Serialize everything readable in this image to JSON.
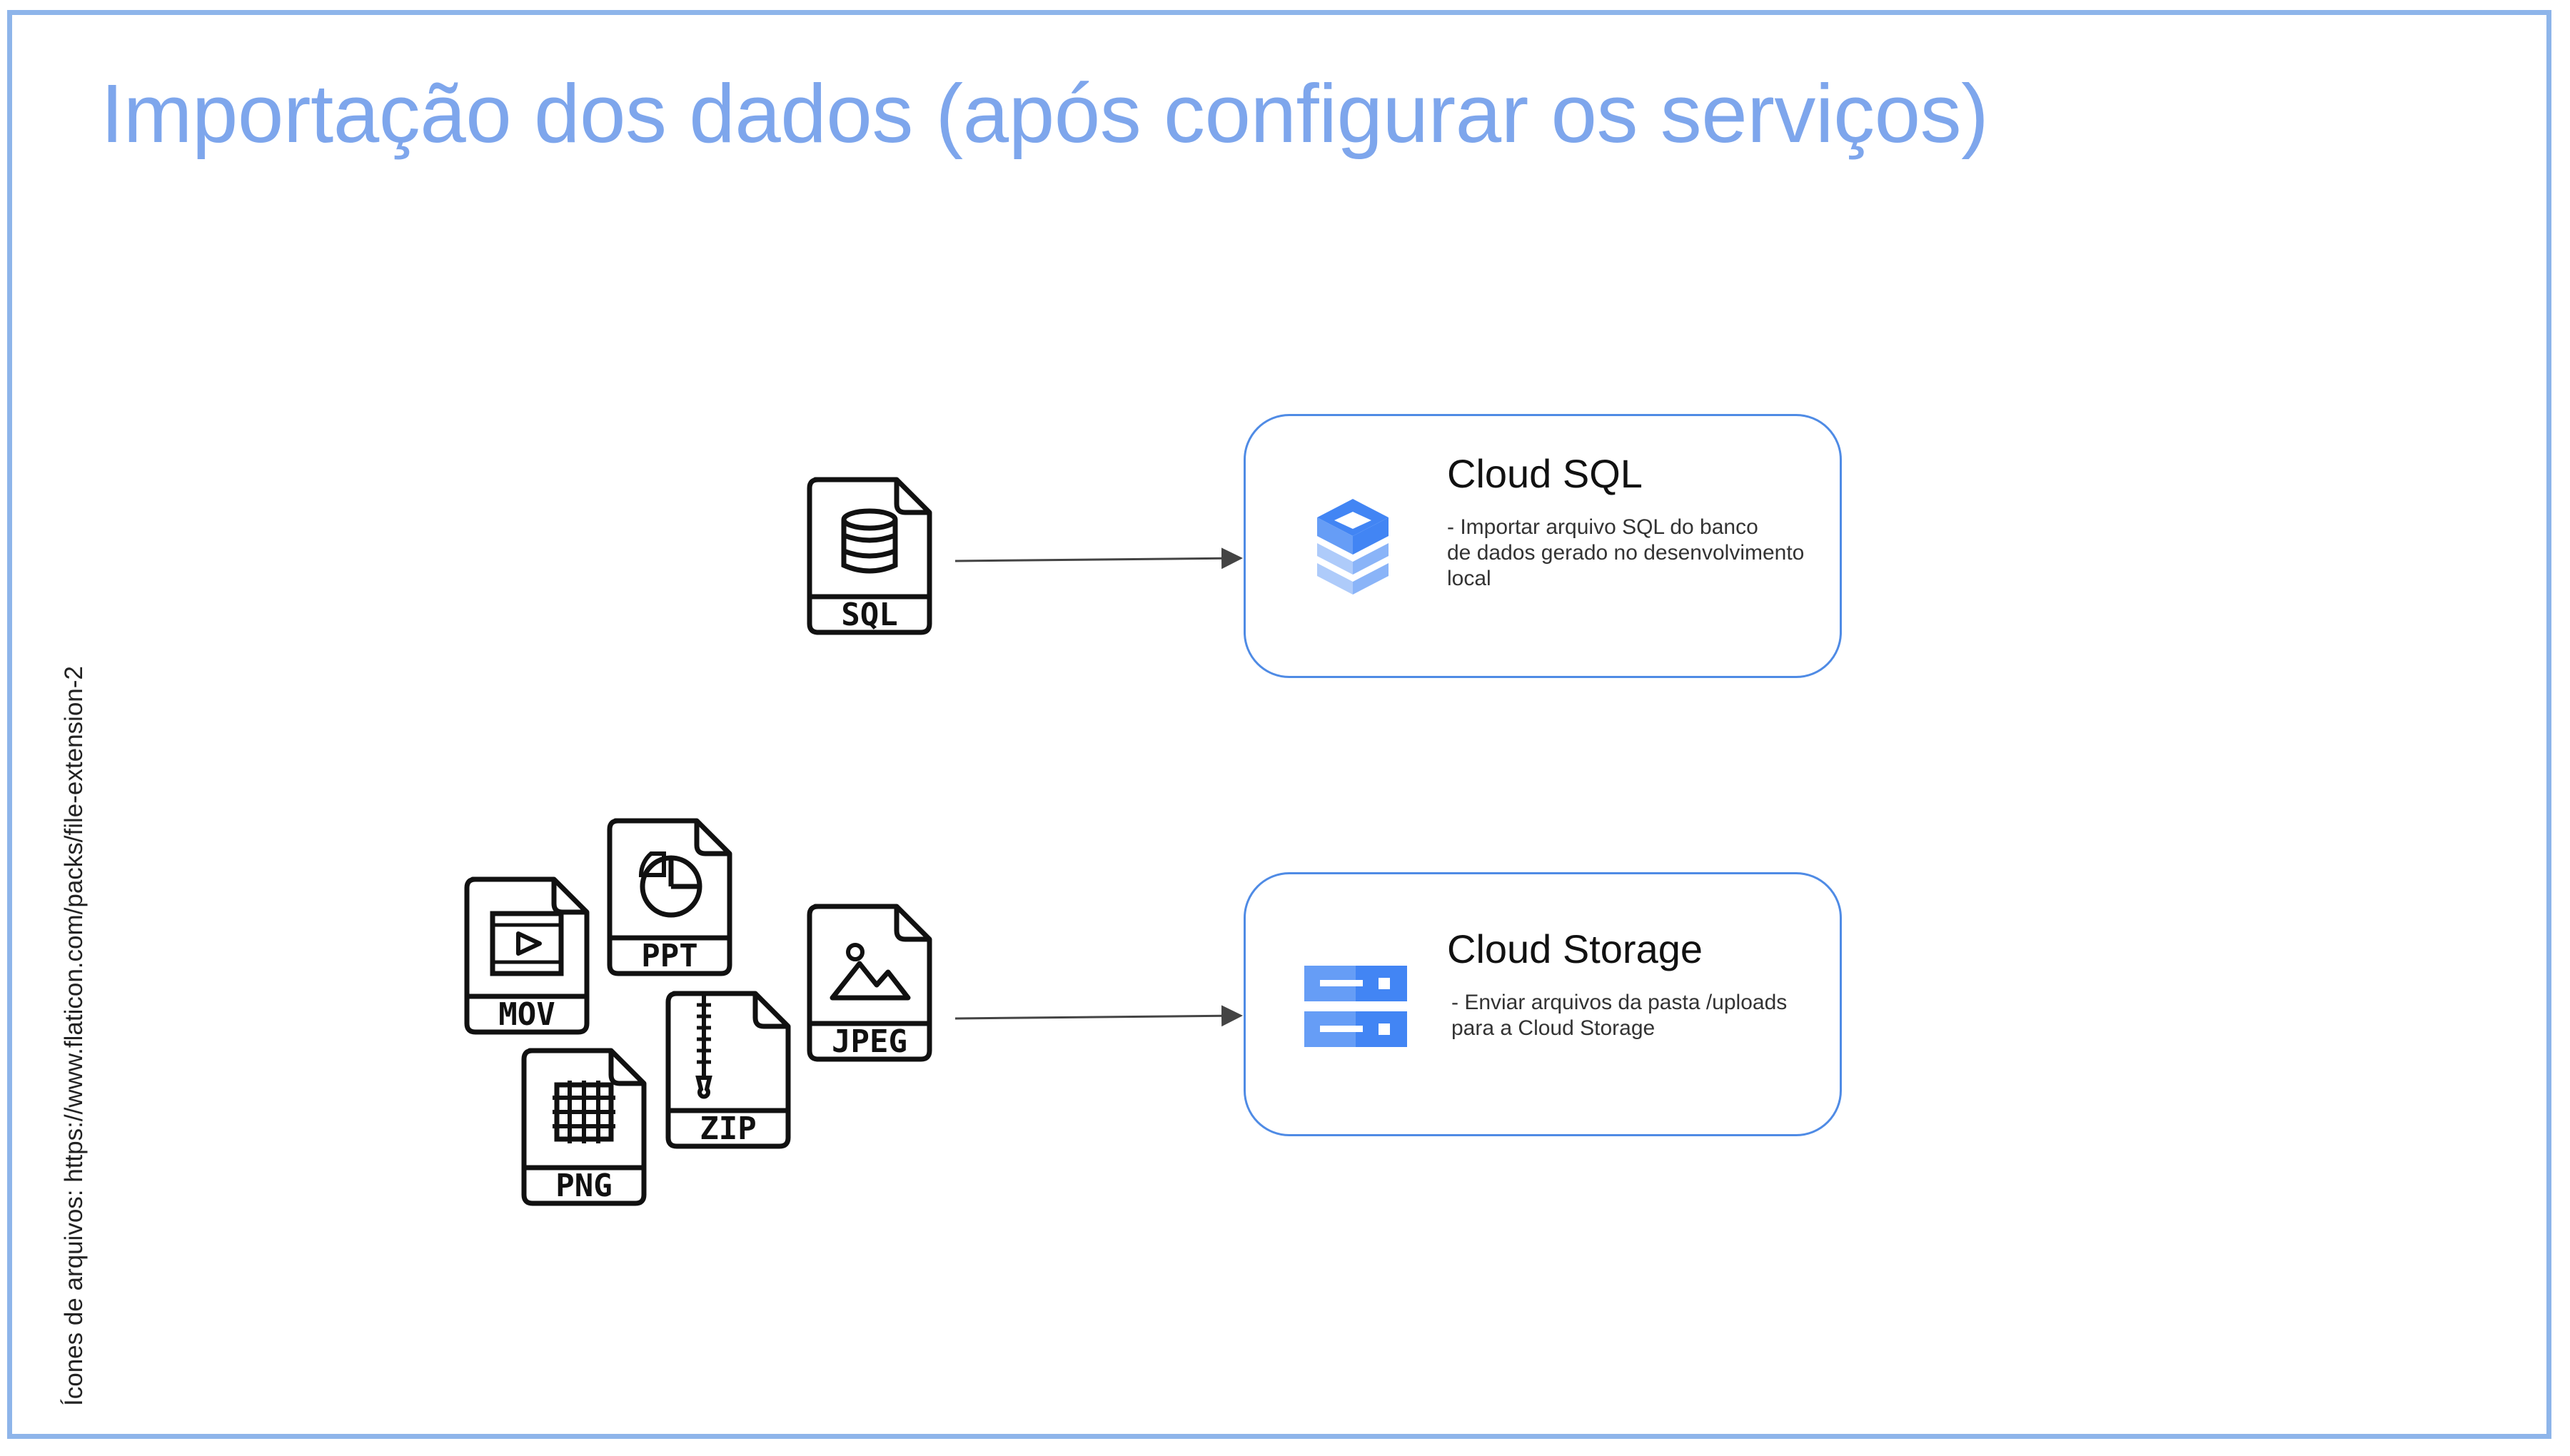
{
  "title": "Importação dos dados (após configurar os serviços)",
  "credit": "Ícones de arquivos: https://www.flaticon.com/packs/file-extension-2",
  "cards": [
    {
      "title": "Cloud SQL",
      "description": "- Importar arquivo SQL do banco\nde dados gerado no desenvolvimento\nlocal",
      "icon": "cloud-sql-icon"
    },
    {
      "title": "Cloud Storage",
      "description": "- Enviar arquivos da pasta /uploads\npara a Cloud Storage",
      "icon": "cloud-storage-icon"
    }
  ],
  "files": {
    "sql": "SQL",
    "mov": "MOV",
    "ppt": "PPT",
    "jpeg": "JPEG",
    "zip": "ZIP",
    "png": "PNG"
  },
  "colors": {
    "title": "#7ea6ec",
    "frame": "#8eb5ea",
    "card_border": "#4f8be5",
    "gcp_blue": "#4285f4",
    "gcp_light": "#aecbfa",
    "arrow": "#444444"
  }
}
